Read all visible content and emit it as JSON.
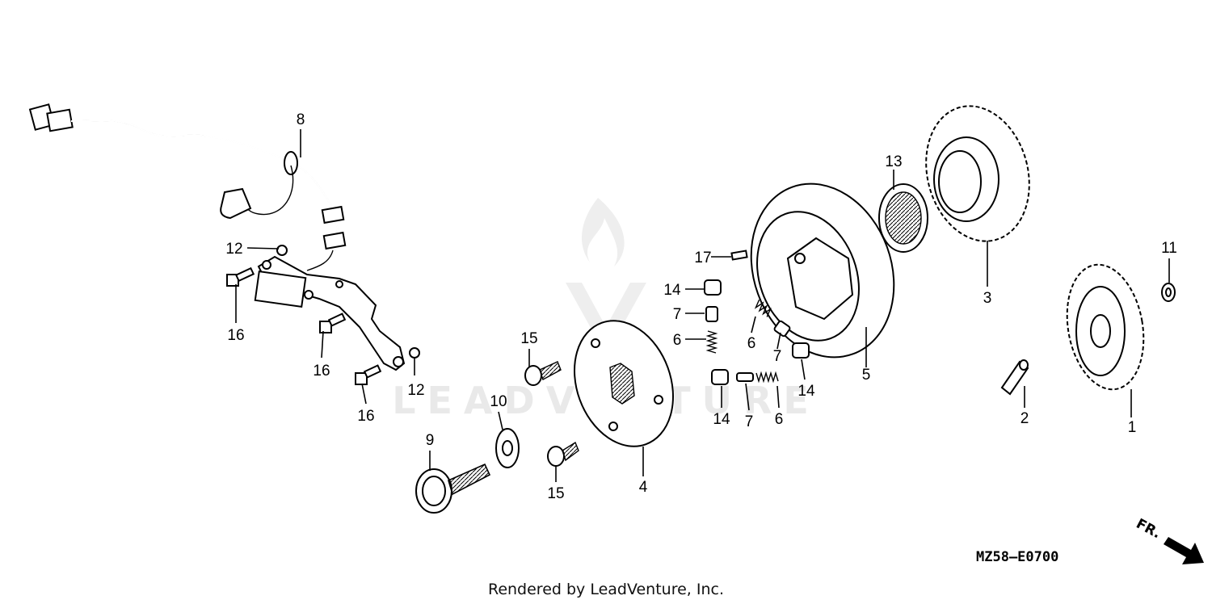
{
  "watermark": "LEADVENTURE",
  "diagram_code": "MZ58—E0700",
  "direction_label": "FR.",
  "footer": "Rendered by LeadVenture, Inc.",
  "callouts": {
    "c1": "1",
    "c2": "2",
    "c3": "3",
    "c4": "4",
    "c5": "5",
    "c6a": "6",
    "c6b": "6",
    "c6c": "6",
    "c7a": "7",
    "c7b": "7",
    "c7c": "7",
    "c8": "8",
    "c9": "9",
    "c10": "10",
    "c11": "11",
    "c12a": "12",
    "c12b": "12",
    "c13": "13",
    "c14a": "14",
    "c14b": "14",
    "c14c": "14",
    "c15a": "15",
    "c15b": "15",
    "c16a": "16",
    "c16b": "16",
    "c16c": "16",
    "c17": "17"
  }
}
